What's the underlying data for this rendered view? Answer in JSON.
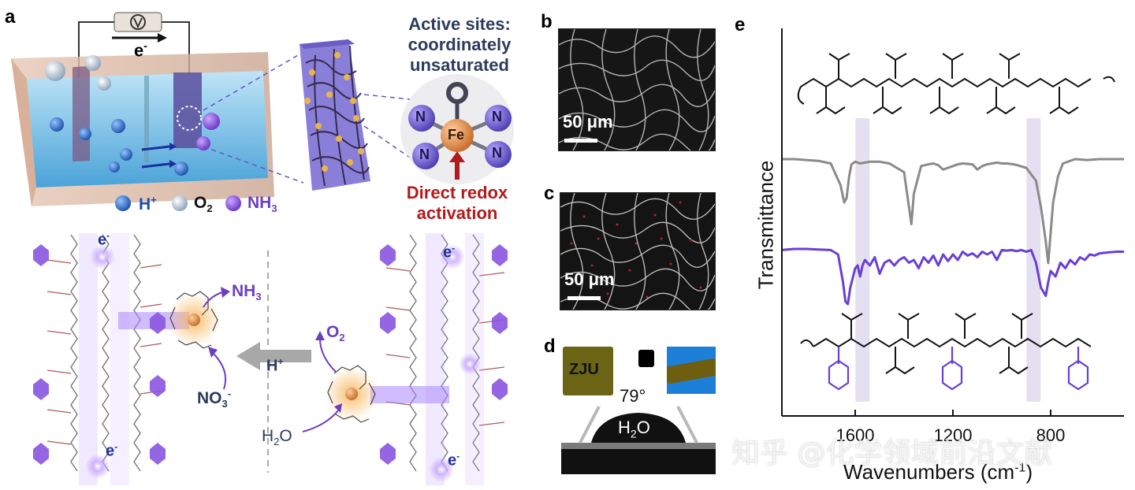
{
  "panels": {
    "a": "a",
    "b": "b",
    "c": "c",
    "d": "d",
    "e": "e"
  },
  "panel_a": {
    "electron_top": "e",
    "electron_sup": "-",
    "active_sites": [
      "Active sites:",
      "coordinately",
      "unsaturated"
    ],
    "n_atom": "N",
    "fe_atom": "Fe",
    "redox": [
      "Direct redox",
      "activation"
    ],
    "legend": {
      "h": "H",
      "h_sup": "+",
      "o2": "O",
      "o2_sub": "2",
      "nh3": "NH",
      "nh3_sub": "3"
    },
    "lower": {
      "nh3": "NH",
      "nh3_sub": "3",
      "o2": "O",
      "o2_sub": "2",
      "h": "H",
      "h_sup": "+",
      "no3": "NO",
      "no3_sub": "3",
      "no3_sup": "-",
      "h2o": "H",
      "h2o_sub": "2",
      "h2o_tail": "O",
      "e": "e",
      "e_sup": "-"
    }
  },
  "panel_b": {
    "scale": "50 μm"
  },
  "panel_c": {
    "scale": "50 μm"
  },
  "panel_d": {
    "sample_text": "ZJU",
    "angle": "79°",
    "drop": "H",
    "drop_sub": "2",
    "drop_tail": "O"
  },
  "chart_data": {
    "type": "line",
    "xlabel": "Wavenumbers (cm",
    "xlabel_sup": "-1",
    "xlabel_tail": ")",
    "ylabel": "Transmittance",
    "x_ticks": [
      "1600",
      "1200",
      "800"
    ],
    "xlim": [
      1900,
      500
    ],
    "y_axis_ticks_shown": false,
    "highlight_bands": [
      1570,
      870
    ],
    "series": [
      {
        "color": "#8a8a8a",
        "x": [
          1900,
          1850,
          1800,
          1750,
          1700,
          1660,
          1645,
          1635,
          1625,
          1615,
          1600,
          1580,
          1560,
          1540,
          1500,
          1460,
          1430,
          1400,
          1380,
          1370,
          1360,
          1330,
          1300,
          1280,
          1260,
          1240,
          1220,
          1200,
          1180,
          1160,
          1120,
          1100,
          1080,
          1060,
          1040,
          1020,
          1000,
          980,
          950,
          900,
          860,
          840,
          820,
          810,
          800,
          790,
          770,
          750,
          700,
          650,
          600,
          550,
          500
        ],
        "y": [
          0.0,
          0.0,
          0.01,
          0.02,
          0.05,
          0.3,
          0.5,
          0.45,
          0.2,
          0.06,
          0.03,
          0.05,
          0.04,
          0.03,
          0.03,
          0.05,
          0.1,
          0.15,
          0.55,
          0.75,
          0.4,
          0.08,
          0.06,
          0.05,
          0.07,
          0.12,
          0.1,
          0.08,
          0.06,
          0.05,
          0.06,
          0.12,
          0.08,
          0.06,
          0.05,
          0.04,
          0.05,
          0.05,
          0.06,
          0.1,
          0.25,
          0.55,
          0.95,
          1.2,
          0.85,
          0.5,
          0.2,
          0.05,
          0.0,
          0.01,
          0.0,
          0.0,
          0.0
        ]
      },
      {
        "color": "#6a3fd6",
        "x": [
          1900,
          1850,
          1800,
          1750,
          1700,
          1670,
          1650,
          1640,
          1630,
          1620,
          1600,
          1590,
          1580,
          1570,
          1560,
          1540,
          1520,
          1500,
          1480,
          1460,
          1440,
          1420,
          1400,
          1380,
          1360,
          1340,
          1320,
          1300,
          1280,
          1260,
          1240,
          1220,
          1200,
          1180,
          1160,
          1140,
          1120,
          1100,
          1080,
          1060,
          1040,
          1020,
          1000,
          980,
          960,
          940,
          920,
          900,
          880,
          860,
          840,
          820,
          810,
          800,
          780,
          760,
          740,
          720,
          700,
          680,
          660,
          640,
          620,
          600,
          560,
          530,
          500
        ],
        "y": [
          0.02,
          0.0,
          0.0,
          0.01,
          0.02,
          0.1,
          0.6,
          0.95,
          1.0,
          0.7,
          0.35,
          0.3,
          0.5,
          0.3,
          0.2,
          0.3,
          0.15,
          0.45,
          0.25,
          0.2,
          0.3,
          0.2,
          0.15,
          0.25,
          0.2,
          0.35,
          0.15,
          0.25,
          0.12,
          0.3,
          0.1,
          0.22,
          0.1,
          0.2,
          0.05,
          0.12,
          0.08,
          0.15,
          0.05,
          0.1,
          0.05,
          0.2,
          0.02,
          0.03,
          0.02,
          0.04,
          0.02,
          0.05,
          0.02,
          0.25,
          0.7,
          0.85,
          0.6,
          0.4,
          0.5,
          0.25,
          0.35,
          0.2,
          0.28,
          0.15,
          0.2,
          0.1,
          0.12,
          0.08,
          0.06,
          0.05,
          0.05
        ]
      }
    ]
  },
  "watermark": "知乎 @化学领域前沿文献"
}
